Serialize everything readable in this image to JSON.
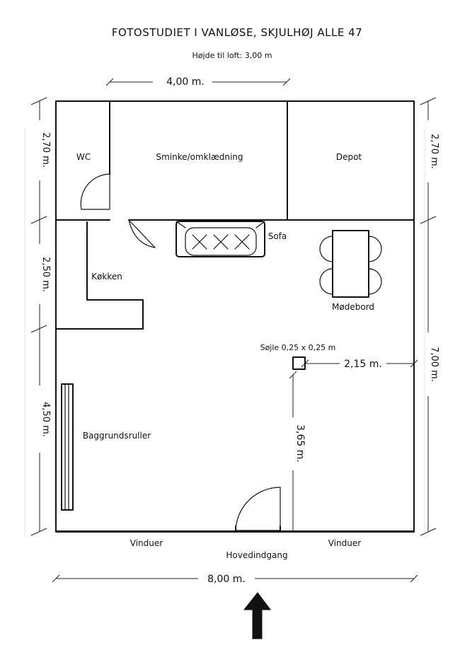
{
  "title": "FOTOSTUDIET I VANLØSE, SKJULHØJ ALLE 47",
  "subtitle": "Højde til loft: 3,00 m",
  "rooms": {
    "wc": "WC",
    "sminke": "Sminke/omklædning",
    "depot": "Depot",
    "kokken": "Køkken",
    "sofa": "Sofa",
    "modebord": "Mødebord",
    "sojle": "Søjle 0,25 x 0,25 m",
    "baggrund": "Baggrundsruller",
    "vinduer_left": "Vinduer",
    "vinduer_right": "Vinduer",
    "hovedindgang": "Hovedindgang"
  },
  "dimensions": {
    "top_width": "4,00 m.",
    "left_top": "2,70 m.",
    "left_mid": "2,50 m.",
    "left_bottom": "4,50 m.",
    "right_top": "2,70 m.",
    "right_bottom": "7,00 m.",
    "column_to_wall": "2,15 m.",
    "column_to_front": "3,65 m.",
    "bottom_width": "8,00 m."
  },
  "icons": {
    "entrance": "entrance-arrow-icon"
  }
}
